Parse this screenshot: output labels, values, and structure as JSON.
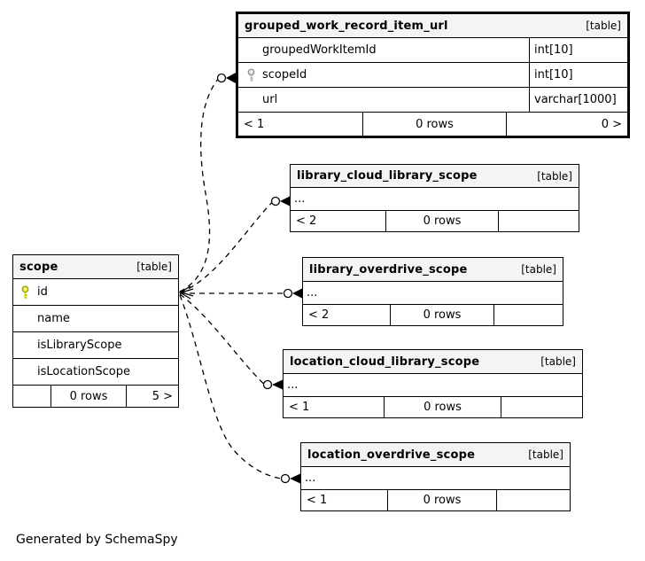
{
  "credit": "Generated by SchemaSpy",
  "colors": {
    "line": "#000000",
    "header_bg": "#f4f4f4",
    "primary_key": "#e8e832",
    "primary_key_outline": "#9a9a00",
    "foreign_key": "#d9d9d9",
    "foreign_key_outline": "#8f8f8f"
  },
  "tables": {
    "grouped_work_record_item_url": {
      "name": "grouped_work_record_item_url",
      "tag": "[table]",
      "columns": [
        {
          "name": "groupedWorkItemId",
          "type": "int[10]"
        },
        {
          "name": "scopeId",
          "type": "int[10]",
          "key": "foreign-key"
        },
        {
          "name": "url",
          "type": "varchar[1000]"
        }
      ],
      "pager": {
        "left": "< 1",
        "center": "0 rows",
        "right": "0 >"
      }
    },
    "scope": {
      "name": "scope",
      "tag": "[table]",
      "columns": [
        {
          "name": "id",
          "key": "primary-key"
        },
        {
          "name": "name"
        },
        {
          "name": "isLibraryScope"
        },
        {
          "name": "isLocationScope"
        }
      ],
      "pager": {
        "left": "",
        "center": "0 rows",
        "right": "5 >"
      }
    },
    "library_cloud_library_scope": {
      "name": "library_cloud_library_scope",
      "tag": "[table]",
      "columns": [
        {
          "name": "..."
        }
      ],
      "pager": {
        "left": "< 2",
        "center": "0 rows",
        "right": ""
      }
    },
    "library_overdrive_scope": {
      "name": "library_overdrive_scope",
      "tag": "[table]",
      "columns": [
        {
          "name": "..."
        }
      ],
      "pager": {
        "left": "< 2",
        "center": "0 rows",
        "right": ""
      }
    },
    "location_cloud_library_scope": {
      "name": "location_cloud_library_scope",
      "tag": "[table]",
      "columns": [
        {
          "name": "..."
        }
      ],
      "pager": {
        "left": "< 1",
        "center": "0 rows",
        "right": ""
      }
    },
    "location_overdrive_scope": {
      "name": "location_overdrive_scope",
      "tag": "[table]",
      "columns": [
        {
          "name": "..."
        }
      ],
      "pager": {
        "left": "< 1",
        "center": "0 rows",
        "right": ""
      }
    }
  },
  "relationships": [
    {
      "parent": "scope.id",
      "child": "grouped_work_record_item_url.scopeId"
    },
    {
      "parent": "scope.id",
      "child": "library_cloud_library_scope"
    },
    {
      "parent": "scope.id",
      "child": "library_overdrive_scope"
    },
    {
      "parent": "scope.id",
      "child": "location_cloud_library_scope"
    },
    {
      "parent": "scope.id",
      "child": "location_overdrive_scope"
    }
  ]
}
